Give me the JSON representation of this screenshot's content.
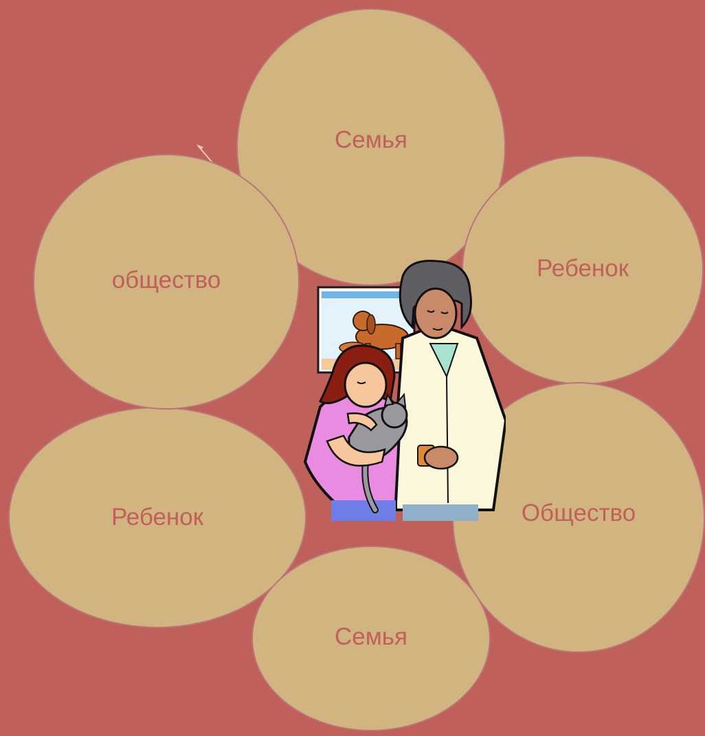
{
  "petals": [
    {
      "label": "Семья"
    },
    {
      "label": "общество"
    },
    {
      "label": "Ребенок"
    },
    {
      "label": "Ребенок"
    },
    {
      "label": "Общество"
    },
    {
      "label": "Семья"
    }
  ],
  "colors": {
    "background": "#c0605a",
    "petal_fill": "#d2b481",
    "label_text": "#c0605a"
  },
  "illustration": {
    "subject": "veterinarian-with-girl-and-kitten"
  }
}
